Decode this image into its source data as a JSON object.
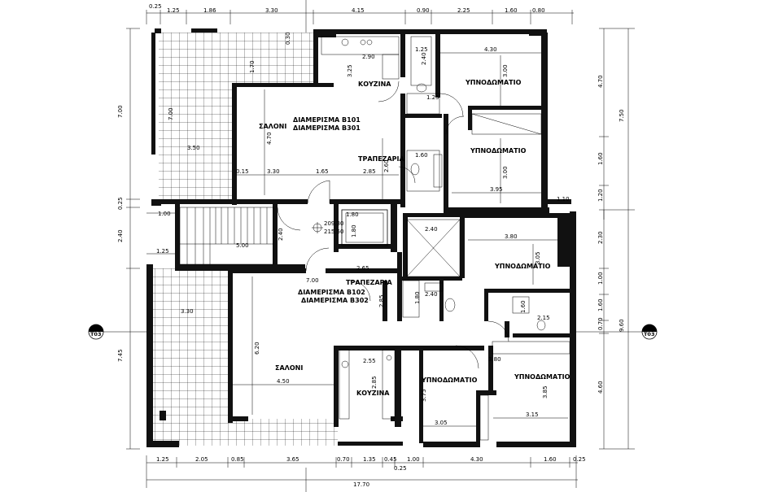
{
  "rooms": {
    "living_top": "ΣΑΛΟΝΙ",
    "kitchen_top": "ΚΟΥΖΙΝΑ",
    "dining_top": "ΤΡΑΠΕΖΑΡΙΑ",
    "bedroom_top_1": "ΥΠΝΟΔΩΜΑΤΙΟ",
    "bedroom_top_2": "ΥΠΝΟΔΩΜΑΤΙΟ",
    "apartment_top_1": "ΔΙΑΜΕΡΙΣΜΑ Β101",
    "apartment_top_2": "ΔΙΑΜΕΡΙΣΜΑ Β301",
    "bedroom_mid": "ΥΠΝΟΔΩΜΑΤΙΟ",
    "dining_bottom": "ΤΡΑΠΕΖΑΡΙΑ",
    "apartment_bottom_1": "ΔΙΑΜΕΡΙΣΜΑ Β102",
    "apartment_bottom_2": "ΔΙΑΜΕΡΙΣΜΑ Β302",
    "living_bottom": "ΣΑΛΟΝΙ",
    "kitchen_bottom": "ΚΟΥΖΙΝΑ",
    "bedroom_bottom_1": "ΥΠΝΟΔΩΜΑΤΙΟ",
    "bedroom_bottom_2": "ΥΠΝΟΔΩΜΑΤΙΟ"
  },
  "levels": {
    "upper": "209.30",
    "lower": "215.50"
  },
  "section_marks": {
    "left": "Τ03",
    "right": "Τ03"
  },
  "dims_top": [
    "0.25",
    "1.25",
    "1.86",
    "3.30",
    "4.15",
    "0.90",
    "2.25",
    "1.60",
    "0.80"
  ],
  "dims_bottom": [
    "1.25",
    "2.05",
    "0.85",
    "3.65",
    "0.70",
    "1.35",
    "0.45",
    "1.00",
    "4.30",
    "1.60",
    "0.25"
  ],
  "dims_bottom_total": "17.70",
  "dims_bottom_extra": "0.25",
  "dims_left": [
    "7.00",
    "0.25",
    "2.40",
    "7.45"
  ],
  "dims_left_inner": [
    "1.00",
    "1.25"
  ],
  "dims_right_outer": [
    "7.50",
    "9.60"
  ],
  "dims_right_inner": [
    "4.70",
    "1.60",
    "1.20",
    "2.30",
    "1.00",
    "1.60",
    "0.70",
    "4.60"
  ],
  "dims_interior": {
    "d1": "2.90",
    "d2": "1.25",
    "d3": "4.30",
    "d4": "3.00",
    "d5": "3.25",
    "d6": "2.40",
    "d7": "1.70",
    "d8": "1.25",
    "d9": "4.70",
    "d10": "2.60",
    "d11": "1.60",
    "d12": "3.00",
    "d13": "0.15",
    "d14": "3.30",
    "d15": "1.65",
    "d16": "2.85",
    "d17": "3.95",
    "d18": "1.10",
    "d19": "7.00",
    "d20": "3.50",
    "d21": "0.30",
    "d22": "1.80",
    "d23": "1.80",
    "d24": "2.40",
    "d25": "3.80",
    "d26": "3.05",
    "d27": "5.00",
    "d28": "2.40",
    "d29": "2.65",
    "d30": "7.00",
    "d31": "2.85",
    "d32": "2.40",
    "d33": "1.60",
    "d34": "2.15",
    "d35": "3.30",
    "d36": "6.20",
    "d37": "4.50",
    "d38": "2.55",
    "d39": "2.85",
    "d40": "3.75",
    "d41": "3.05",
    "d42": "3.85",
    "d43": "3.15",
    "d44": "1.80",
    "d45": "3.80"
  }
}
